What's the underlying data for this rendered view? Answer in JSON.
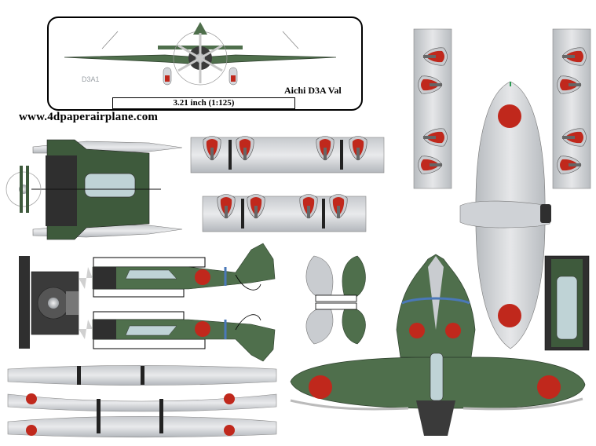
{
  "sheet": {
    "model_name": "Aichi D3A Val",
    "model_code": "D3A1",
    "scale_label": "3.21 inch (1:125)",
    "website": "www.4dpaperairplane.com"
  },
  "colors": {
    "camo_green": "#4f6f4c",
    "dark_green": "#3e5a3c",
    "hinomaru_red": "#c0281c",
    "light_grey": "#d4d6da",
    "mid_grey": "#a7abb0",
    "cowling_black": "#2f2f2f",
    "fuselage_band": "#4a78b8",
    "canopy": "#bfd3d6"
  }
}
